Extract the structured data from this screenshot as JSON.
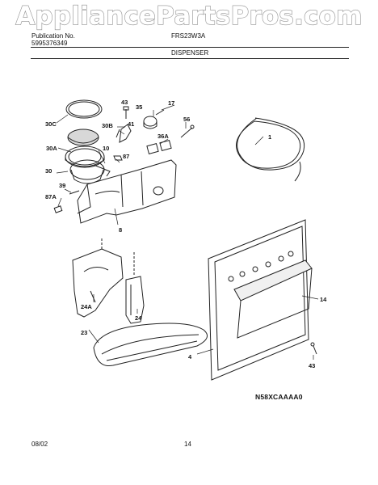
{
  "watermark": "AppliancePartsPros.com",
  "header": {
    "publication_label": "Publication No.",
    "publication_number": "5995376349",
    "model": "FRS23W3A",
    "section": "DISPENSER"
  },
  "diagram": {
    "callouts": [
      "30C",
      "43",
      "35",
      "17",
      "30B",
      "41",
      "56",
      "30A",
      "10",
      "36A",
      "87",
      "1",
      "30",
      "39",
      "87A",
      "8",
      "14",
      "24A",
      "24",
      "23",
      "4",
      "43"
    ],
    "code": "N58XCAAAA0"
  },
  "footer": {
    "date": "08/02",
    "page": "14"
  }
}
